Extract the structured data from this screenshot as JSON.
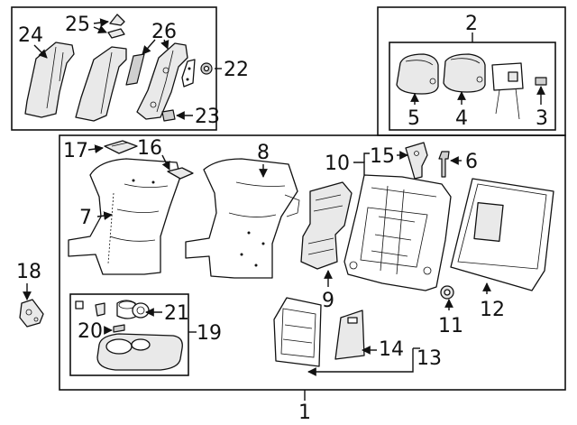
{
  "colors": {
    "ink": "#111111",
    "background": "#ffffff",
    "part_fill": "#e9e9e9"
  },
  "callouts": {
    "c1": "1",
    "c2": "2",
    "c3": "3",
    "c4": "4",
    "c5": "5",
    "c6": "6",
    "c7": "7",
    "c8": "8",
    "c9": "9",
    "c10": "10",
    "c11": "11",
    "c12": "12",
    "c13": "13",
    "c14": "14",
    "c15": "15",
    "c16": "16",
    "c17": "17",
    "c18": "18",
    "c19": "19",
    "c20": "20",
    "c21": "21",
    "c22": "22",
    "c23": "23",
    "c24": "24",
    "c25": "25",
    "c26": "26"
  }
}
